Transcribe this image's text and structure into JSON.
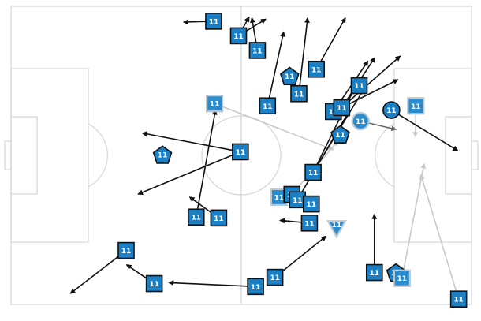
{
  "chart_data": {
    "type": "scatter",
    "title": "",
    "xlim": [
      0,
      100
    ],
    "ylim": [
      0,
      100
    ],
    "grid": false,
    "colors": {
      "pitch_line": "#d9d9d9",
      "marker_fill": "#1a7fc4",
      "marker_fill_muted": "#2a8ccc",
      "marker_edge": "#111111",
      "marker_edge_muted": "#b9c9d6",
      "arrow_main": "#111111",
      "arrow_muted": "#c9c9c9",
      "arrow_mid": "#666666"
    },
    "marker_text": "11",
    "markers": [
      {
        "x": 44.0,
        "y": 95.0,
        "shape": "square",
        "style": "main"
      },
      {
        "x": 49.4,
        "y": 90.1,
        "shape": "square",
        "style": "main"
      },
      {
        "x": 53.5,
        "y": 85.2,
        "shape": "square",
        "style": "main"
      },
      {
        "x": 66.3,
        "y": 78.9,
        "shape": "square",
        "style": "main"
      },
      {
        "x": 60.5,
        "y": 76.6,
        "shape": "pentagon",
        "style": "main"
      },
      {
        "x": 75.6,
        "y": 73.4,
        "shape": "square",
        "style": "main"
      },
      {
        "x": 62.5,
        "y": 70.7,
        "shape": "square",
        "style": "main"
      },
      {
        "x": 55.7,
        "y": 66.6,
        "shape": "square",
        "style": "main"
      },
      {
        "x": 44.2,
        "y": 67.4,
        "shape": "square",
        "style": "muted"
      },
      {
        "x": 70.0,
        "y": 64.7,
        "shape": "square",
        "style": "main"
      },
      {
        "x": 71.8,
        "y": 66.0,
        "shape": "square",
        "style": "main"
      },
      {
        "x": 75.9,
        "y": 61.5,
        "shape": "circle",
        "style": "muted"
      },
      {
        "x": 82.6,
        "y": 65.2,
        "shape": "circle",
        "style": "main"
      },
      {
        "x": 87.9,
        "y": 66.6,
        "shape": "square",
        "style": "muted"
      },
      {
        "x": 71.5,
        "y": 57.0,
        "shape": "pentagon",
        "style": "main"
      },
      {
        "x": 49.8,
        "y": 51.2,
        "shape": "square",
        "style": "main"
      },
      {
        "x": 32.9,
        "y": 50.2,
        "shape": "pentagon",
        "style": "main"
      },
      {
        "x": 65.6,
        "y": 44.3,
        "shape": "square",
        "style": "main"
      },
      {
        "x": 58.2,
        "y": 36.0,
        "shape": "square",
        "style": "muted"
      },
      {
        "x": 61.0,
        "y": 36.9,
        "shape": "square",
        "style": "main"
      },
      {
        "x": 62.2,
        "y": 35.1,
        "shape": "square",
        "style": "main"
      },
      {
        "x": 65.2,
        "y": 33.7,
        "shape": "square",
        "style": "main"
      },
      {
        "x": 40.2,
        "y": 29.3,
        "shape": "square",
        "style": "main"
      },
      {
        "x": 45.1,
        "y": 29.0,
        "shape": "square",
        "style": "main"
      },
      {
        "x": 64.8,
        "y": 27.3,
        "shape": "square",
        "style": "main"
      },
      {
        "x": 70.7,
        "y": 25.6,
        "shape": "triangle",
        "style": "muted"
      },
      {
        "x": 25.0,
        "y": 18.1,
        "shape": "square",
        "style": "main"
      },
      {
        "x": 31.1,
        "y": 7.0,
        "shape": "square",
        "style": "main"
      },
      {
        "x": 57.3,
        "y": 9.1,
        "shape": "square",
        "style": "main"
      },
      {
        "x": 53.1,
        "y": 6.0,
        "shape": "square",
        "style": "main"
      },
      {
        "x": 78.9,
        "y": 10.7,
        "shape": "square",
        "style": "main"
      },
      {
        "x": 83.6,
        "y": 10.7,
        "shape": "pentagon",
        "style": "main"
      },
      {
        "x": 84.9,
        "y": 8.8,
        "shape": "square",
        "style": "muted"
      },
      {
        "x": 97.2,
        "y": 1.8,
        "shape": "square",
        "style": "main"
      }
    ],
    "arrows": [
      {
        "x1": 44.0,
        "y1": 95.0,
        "x2": 37.5,
        "y2": 94.7,
        "style": "main"
      },
      {
        "x1": 49.4,
        "y1": 90.1,
        "x2": 51.7,
        "y2": 96.4,
        "style": "main"
      },
      {
        "x1": 49.4,
        "y1": 90.1,
        "x2": 55.3,
        "y2": 95.7,
        "style": "main"
      },
      {
        "x1": 53.5,
        "y1": 85.2,
        "x2": 52.3,
        "y2": 96.1,
        "style": "main"
      },
      {
        "x1": 55.7,
        "y1": 66.6,
        "x2": 59.2,
        "y2": 91.4,
        "style": "main"
      },
      {
        "x1": 62.5,
        "y1": 70.7,
        "x2": 64.4,
        "y2": 96.1,
        "style": "main"
      },
      {
        "x1": 66.3,
        "y1": 78.9,
        "x2": 72.6,
        "y2": 96.1,
        "style": "main"
      },
      {
        "x1": 70.0,
        "y1": 64.7,
        "x2": 77.5,
        "y2": 81.6,
        "style": "main"
      },
      {
        "x1": 71.8,
        "y1": 66.0,
        "x2": 79.0,
        "y2": 82.8,
        "style": "main"
      },
      {
        "x1": 71.8,
        "y1": 66.0,
        "x2": 84.5,
        "y2": 83.3,
        "style": "main"
      },
      {
        "x1": 71.8,
        "y1": 66.0,
        "x2": 84.0,
        "y2": 75.4,
        "style": "main"
      },
      {
        "x1": 65.6,
        "y1": 44.3,
        "x2": 75.3,
        "y2": 74.7,
        "style": "main"
      },
      {
        "x1": 65.6,
        "y1": 44.3,
        "x2": 77.0,
        "y2": 73.2,
        "style": "main"
      },
      {
        "x1": 62.2,
        "y1": 35.1,
        "x2": 73.4,
        "y2": 64.8,
        "style": "main"
      },
      {
        "x1": 44.2,
        "y1": 67.4,
        "x2": 70.0,
        "y2": 51.9,
        "style": "muted"
      },
      {
        "x1": 61.0,
        "y1": 36.9,
        "x2": 71.0,
        "y2": 54.8,
        "style": "muted"
      },
      {
        "x1": 75.9,
        "y1": 61.5,
        "x2": 83.6,
        "y2": 58.7,
        "style": "mid"
      },
      {
        "x1": 82.6,
        "y1": 65.2,
        "x2": 97.0,
        "y2": 51.6,
        "style": "main"
      },
      {
        "x1": 87.9,
        "y1": 66.6,
        "x2": 87.8,
        "y2": 56.3,
        "style": "muted"
      },
      {
        "x1": 49.8,
        "y1": 51.2,
        "x2": 28.5,
        "y2": 57.5,
        "style": "main"
      },
      {
        "x1": 49.8,
        "y1": 51.2,
        "x2": 27.6,
        "y2": 37.0,
        "style": "main"
      },
      {
        "x1": 40.2,
        "y1": 29.3,
        "x2": 44.4,
        "y2": 65.2,
        "style": "main"
      },
      {
        "x1": 45.1,
        "y1": 29.0,
        "x2": 38.8,
        "y2": 36.0,
        "style": "main"
      },
      {
        "x1": 64.8,
        "y1": 27.3,
        "x2": 58.4,
        "y2": 28.2,
        "style": "main"
      },
      {
        "x1": 25.0,
        "y1": 18.1,
        "x2": 12.9,
        "y2": 3.7,
        "style": "main"
      },
      {
        "x1": 31.1,
        "y1": 7.0,
        "x2": 25.1,
        "y2": 13.3,
        "style": "main"
      },
      {
        "x1": 53.1,
        "y1": 6.0,
        "x2": 34.3,
        "y2": 7.3,
        "style": "main"
      },
      {
        "x1": 57.3,
        "y1": 9.1,
        "x2": 68.4,
        "y2": 22.9,
        "style": "main"
      },
      {
        "x1": 78.9,
        "y1": 10.7,
        "x2": 78.9,
        "y2": 30.2,
        "style": "main"
      },
      {
        "x1": 84.9,
        "y1": 8.8,
        "x2": 89.7,
        "y2": 47.2,
        "style": "muted"
      },
      {
        "x1": 97.2,
        "y1": 1.8,
        "x2": 89.0,
        "y2": 43.5,
        "style": "muted"
      }
    ]
  }
}
